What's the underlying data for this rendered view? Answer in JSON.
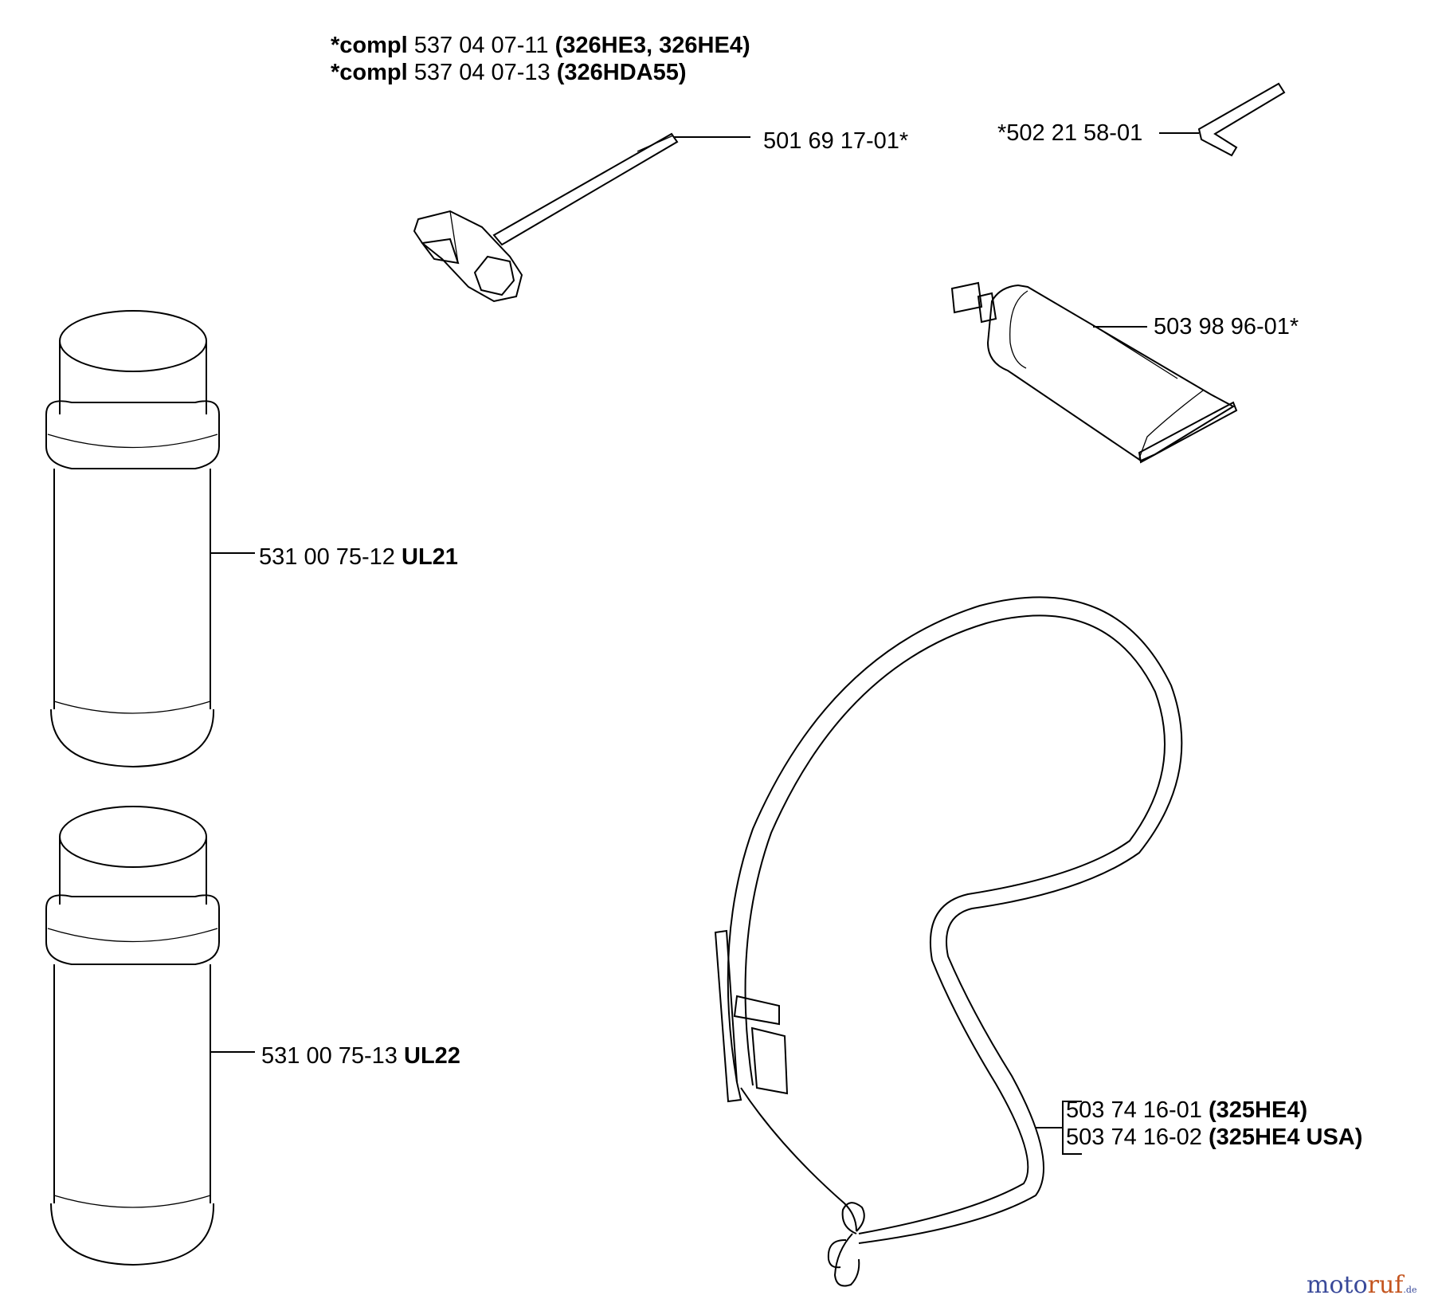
{
  "header": {
    "line1": {
      "prefix": "*compl",
      "number": "537 04 07-11",
      "models": "(326HE3, 326HE4)"
    },
    "line2": {
      "prefix": "*compl",
      "number": "537 04 07-13",
      "models": "(326HDA55)"
    }
  },
  "parts": {
    "wrench": {
      "number": "501 69 17-01*"
    },
    "hex_key": {
      "number": "*502 21 58-01"
    },
    "grease_tube": {
      "number": "503 98 96-01*"
    },
    "spray_can_1": {
      "number": "531 00 75-12",
      "code": "UL21"
    },
    "spray_can_2": {
      "number": "531 00 75-13",
      "code": "UL22"
    },
    "harness_strap": {
      "variants": [
        {
          "number": "503 74 16-01",
          "models": "(325HE4)"
        },
        {
          "number": "503 74 16-02",
          "models": "(325HE4 USA)"
        }
      ]
    }
  },
  "watermark": {
    "part_a": "moto",
    "part_b": "ruf",
    "suffix": ".de",
    "color_a": "#3a4a9a",
    "color_b": "#c4551f"
  }
}
